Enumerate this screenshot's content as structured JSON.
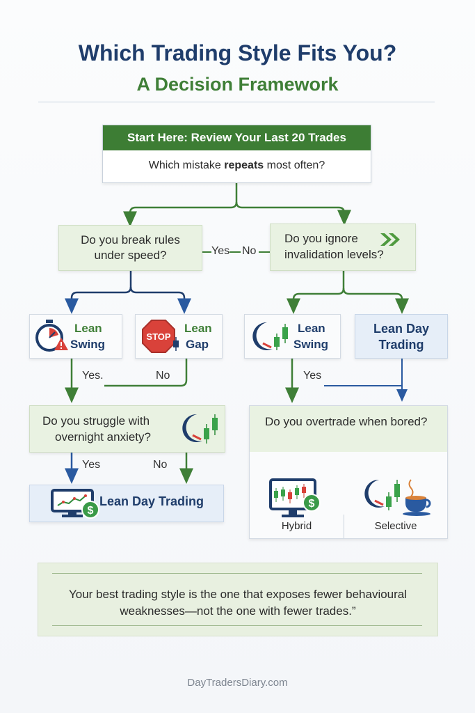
{
  "title": "Which Trading Style Fits You?",
  "subtitle": "A Decision Framework",
  "start": {
    "header": "Start Here: Review Your Last 20 Trades",
    "question_pre": "Which mistake ",
    "question_bold": "repeats",
    "question_post": " most often?"
  },
  "q_speed": {
    "line1": "Do you break rules",
    "line2": "under speed?"
  },
  "q_invalid": {
    "line1": "Do you ignore",
    "line2": "invalidation levels?"
  },
  "yesno_mid": {
    "yes": "Yes",
    "no": "No"
  },
  "lean_swing_left": {
    "line1": "Lean",
    "line2": "Swing"
  },
  "lean_gap": {
    "line1": "Lean",
    "line2": "Gap",
    "stop": "STOP"
  },
  "lean_swing_right": {
    "line1": "Lean",
    "line2": "Swing"
  },
  "lean_day_right": {
    "line1": "Lean Day",
    "line2": "Trading"
  },
  "left_branch": {
    "yes": "Yes.",
    "no": "No"
  },
  "right_branch": {
    "yes": "Yes"
  },
  "q_overnight": {
    "line1": "Do you struggle with",
    "line2": "overnight anxiety?"
  },
  "q_bored": {
    "text": "Do you overtrade when bored?"
  },
  "overnight_branch": {
    "yes": "Yes",
    "no": "No"
  },
  "lean_day_left": {
    "label": "Lean Day Trading"
  },
  "hybrid": {
    "label": "Hybrid"
  },
  "selective": {
    "label": "Selective"
  },
  "quote": {
    "line1": "Your best trading style is the one that exposes fewer behavioural",
    "line2": "weaknesses—not the one with fewer trades.”"
  },
  "footer": "DayTradersDiary.com",
  "colors": {
    "navy": "#1f3d6b",
    "green": "#3f7f37",
    "blue_arrow": "#2a5aa0",
    "red": "#d9423a"
  },
  "icons": [
    "stopwatch-icon",
    "warning-icon",
    "stop-sign-icon",
    "moon-candles-icon",
    "monitor-chart-icon",
    "dollar-coin-icon",
    "coffee-cup-icon",
    "double-chevron-icon"
  ]
}
